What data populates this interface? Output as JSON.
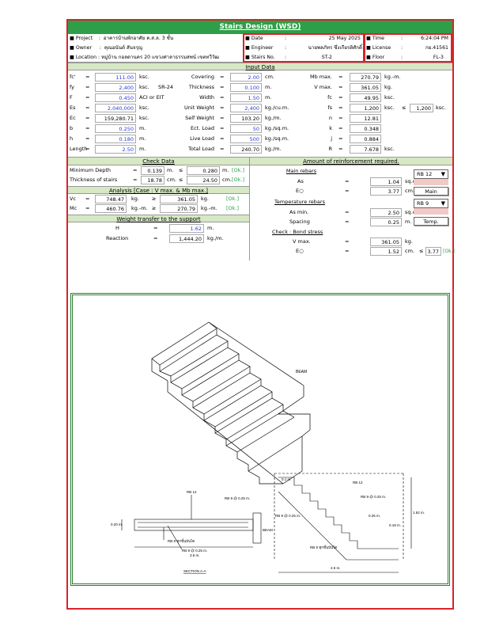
{
  "title": "Stairs Design (WSD)",
  "header": {
    "project_label": "Project",
    "project": "อาคารบ้านพักอาศัย ค.ส.ล. 3 ชั้น",
    "owner_label": "Owner",
    "owner": "คุณอนันต์ สันจรุญ",
    "location_label": "Location",
    "location": "หมู่บ้าน กอลดานคร 20 แขวงศาลาธรรมสพน์ เขตทวีวัฒ",
    "date_label": "Date",
    "date": "25 May 2025",
    "engineer_label": "Engineer",
    "engineer": "นายพลภัทร ซึ่งเกียรติศักดิ์",
    "stairs_no_label": "Stairs No.",
    "stairs_no": "ST-2",
    "time_label": "Time",
    "time": "6:24:04 PM",
    "license_label": "License",
    "license": "กย.41561",
    "floor_label": "Floor",
    "floor": "FL-3",
    "colon": ":"
  },
  "input_title": "Input Data",
  "inputs": {
    "fc": {
      "label": "fc'",
      "eq": "=",
      "val": "111.00",
      "unit": "ksc."
    },
    "fy": {
      "label": "fy",
      "eq": "=",
      "val": "2,400",
      "unit": "ksc.",
      "extra": "SR-24"
    },
    "F": {
      "label": "F",
      "eq": "=",
      "val": "0.450",
      "unit": "ACI or EIT"
    },
    "Es": {
      "label": "Es",
      "eq": "=",
      "val": "2,040,000",
      "unit": "ksc."
    },
    "Ec": {
      "label": "Ec",
      "eq": "=",
      "val": "159,280.71",
      "unit": "ksc."
    },
    "b": {
      "label": "b",
      "eq": "=",
      "val": "0.250",
      "unit": "m."
    },
    "h": {
      "label": "h",
      "eq": "=",
      "val": "0.180",
      "unit": "m."
    },
    "length": {
      "label": "Length",
      "eq": "=",
      "val": "2.50",
      "unit": "m."
    },
    "covering": {
      "label": "Covering",
      "eq": "=",
      "val": "2.00",
      "unit": "cm."
    },
    "thickness": {
      "label": "Thickness",
      "eq": "=",
      "val": "0.100",
      "unit": "m."
    },
    "width": {
      "label": "Width",
      "eq": "=",
      "val": "1.50",
      "unit": "m."
    },
    "unit_weight": {
      "label": "Unit Weight",
      "eq": "=",
      "val": "2,400",
      "unit": "kg./cu.m."
    },
    "self_weight": {
      "label": "Self Weight",
      "eq": "=",
      "val": "103.20",
      "unit": "kg./m."
    },
    "ect_load": {
      "label": "Ect. Load",
      "eq": "=",
      "val": "50",
      "unit": "kg./sq.m."
    },
    "live_load": {
      "label": "Live Load",
      "eq": "=",
      "val": "500",
      "unit": "kg./sq.m."
    },
    "total_load": {
      "label": "Total Load",
      "eq": "=",
      "val": "240.70",
      "unit": "kg./m."
    },
    "mb_max": {
      "label": "Mb max.",
      "eq": "=",
      "val": "270.79",
      "unit": "kg.-m."
    },
    "v_max": {
      "label": "V max.",
      "eq": "=",
      "val": "361.05",
      "unit": "kg."
    },
    "fc2": {
      "label": "fc",
      "eq": "=",
      "val": "49.95",
      "unit": "ksc."
    },
    "fs": {
      "label": "fs",
      "eq": "=",
      "val": "1,200",
      "unit": "ksc.",
      "cmp": "≤",
      "limit": "1,200",
      "limit_unit": "ksc."
    },
    "n": {
      "label": "n",
      "eq": "=",
      "val": "12.81"
    },
    "k": {
      "label": "k",
      "eq": "=",
      "val": "0.348"
    },
    "j": {
      "label": "j",
      "eq": "=",
      "val": "0.884"
    },
    "R": {
      "label": "R",
      "eq": "=",
      "val": "7.678",
      "unit": "ksc."
    }
  },
  "check_title": "Check Data",
  "check": {
    "min_depth": {
      "label": "Minimum Depth",
      "eq": "=",
      "val": "0.139",
      "unit": "m.",
      "cmp": "≤",
      "limit": "0.280",
      "limit_unit": "m.",
      "ok": "[Ok.]"
    },
    "thick": {
      "label": "Thickness of stairs",
      "eq": "=",
      "val": "18.78",
      "unit": "cm.",
      "cmp": "≤",
      "limit": "24.50",
      "limit_unit": "cm.",
      "ok": "[Ok.]"
    }
  },
  "analysis_title": "Analysis [Case :  V max. & Mb max.]",
  "analysis": {
    "vc": {
      "label": "Vc",
      "eq": "=",
      "val": "748.47",
      "unit": "kg.",
      "cmp": "≥",
      "limit": "361.05",
      "limit_unit": "kg.",
      "ok": "[Ok.]"
    },
    "mc": {
      "label": "Mc",
      "eq": "=",
      "val": "460.76",
      "unit": "kg.-m.",
      "cmp": "≥",
      "limit": "270.79",
      "limit_unit": "kg.-m.",
      "ok": "[Ok.]"
    }
  },
  "weight_title": "Weight transfer to the support",
  "weight": {
    "h": {
      "label": "H",
      "eq": "=",
      "val": "1.62",
      "unit": "m."
    },
    "reaction": {
      "label": "Reaction",
      "eq": "=",
      "val": "1,444.20",
      "unit": "kg./m."
    }
  },
  "reinf_title": "Amount of reinforcement required.",
  "reinf": {
    "main_title": "Main rebars",
    "as": {
      "label": "As",
      "eq": "=",
      "val": "1.04",
      "unit": "sq.cm."
    },
    "e1": {
      "label": "E○",
      "eq": "=",
      "val": "3.77",
      "unit": "cm."
    },
    "main_select": "RB 12",
    "main_btn": "Main",
    "temp_title": "Temperature rebars",
    "as_min": {
      "label": "As min.",
      "eq": "=",
      "val": "2.50",
      "unit": "sq.cm."
    },
    "spacing": {
      "label": "Spacing",
      "eq": "=",
      "val": "0.25",
      "unit": "m."
    },
    "temp_select": "RB 9",
    "temp_btn": "Temp.",
    "bond_title": "Check  :  Bond stress",
    "vmax": {
      "label": "V max.",
      "eq": "=",
      "val": "361.05",
      "unit": "kg."
    },
    "e2": {
      "label": "E○",
      "eq": "=",
      "val": "1.52",
      "unit": "cm.",
      "cmp": "≤",
      "limit": "3.77",
      "ok": "[Ok.]"
    }
  },
  "drawing": {
    "beam": "BEAM",
    "sec_rb12": "RB 12",
    "sec_rb9": "RB 9 @ 0.25 m.",
    "sec_h": "0.20 m.",
    "sec_rb9b": "RB 9  ทุกขั้นบันได",
    "sec_rb9c": "RB 9 @ 0.25 m.",
    "sec_w": "3.5 m.",
    "sec_beam": "BEAM",
    "sec_title": "SECTION  A-A",
    "el_01": "0.1 m.",
    "el_rb12": "RB 12",
    "el_rb9a": "RB 9 @ 0.25 m.",
    "el_rb9b": "RB 9 @ 0.25 m.",
    "el_025": "0.25 m.",
    "el_018": "0.18 m.",
    "el_162": "1.62 m.",
    "el_rb9c": "RB 9  ทุกขั้นบันได",
    "el_25": "2.5 m."
  }
}
